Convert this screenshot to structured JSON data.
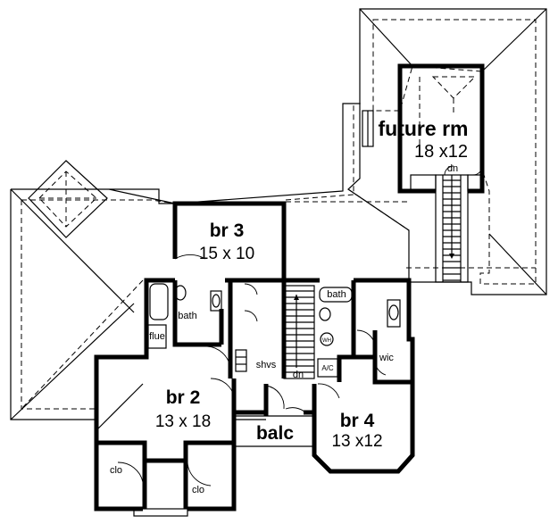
{
  "rooms": {
    "future_rm": {
      "name": "future rm",
      "dims": "18 x12"
    },
    "br3": {
      "name": "br 3",
      "dims": "15 x 10"
    },
    "br2": {
      "name": "br 2",
      "dims": "13 x 18"
    },
    "br4": {
      "name": "br 4",
      "dims": "13 x12"
    },
    "balc": {
      "name": "balc"
    }
  },
  "labels": {
    "bath_left": "bath",
    "bath_right": "bath",
    "flue": "flue",
    "shvs": "shvs",
    "dn_stair_main": "dn",
    "dn_stair_future": "dn",
    "wic": "wic",
    "wh": "WH",
    "ac": "A/C",
    "clo_left": "clo",
    "clo_right": "clo"
  }
}
